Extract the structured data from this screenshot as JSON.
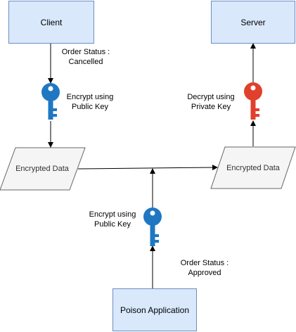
{
  "nodes": {
    "client": "Client",
    "server": "Server",
    "encrypted_left": "Encrypted Data",
    "encrypted_right": "Encrypted Data",
    "poison": "Poison Application"
  },
  "labels": {
    "order_status_cancelled": "Order Status :\nCancelled",
    "encrypt_public_top": "Encrypt using\nPublic Key",
    "decrypt_private": "Decrypt using\nPrivate Key",
    "encrypt_public_bottom": "Encrypt using\nPublic Key",
    "order_status_approved": "Order Status :\nApproved"
  },
  "icons": {
    "public_key_top": "key-icon",
    "private_key": "key-icon",
    "public_key_bottom": "key-icon"
  },
  "colors": {
    "box_fill": "#dae8fc",
    "box_stroke": "#6c8ebf",
    "parallelogram_fill": "#f5f5f5",
    "parallelogram_stroke": "#666666",
    "public_key": "#1f77c2",
    "private_key": "#e0402c"
  }
}
